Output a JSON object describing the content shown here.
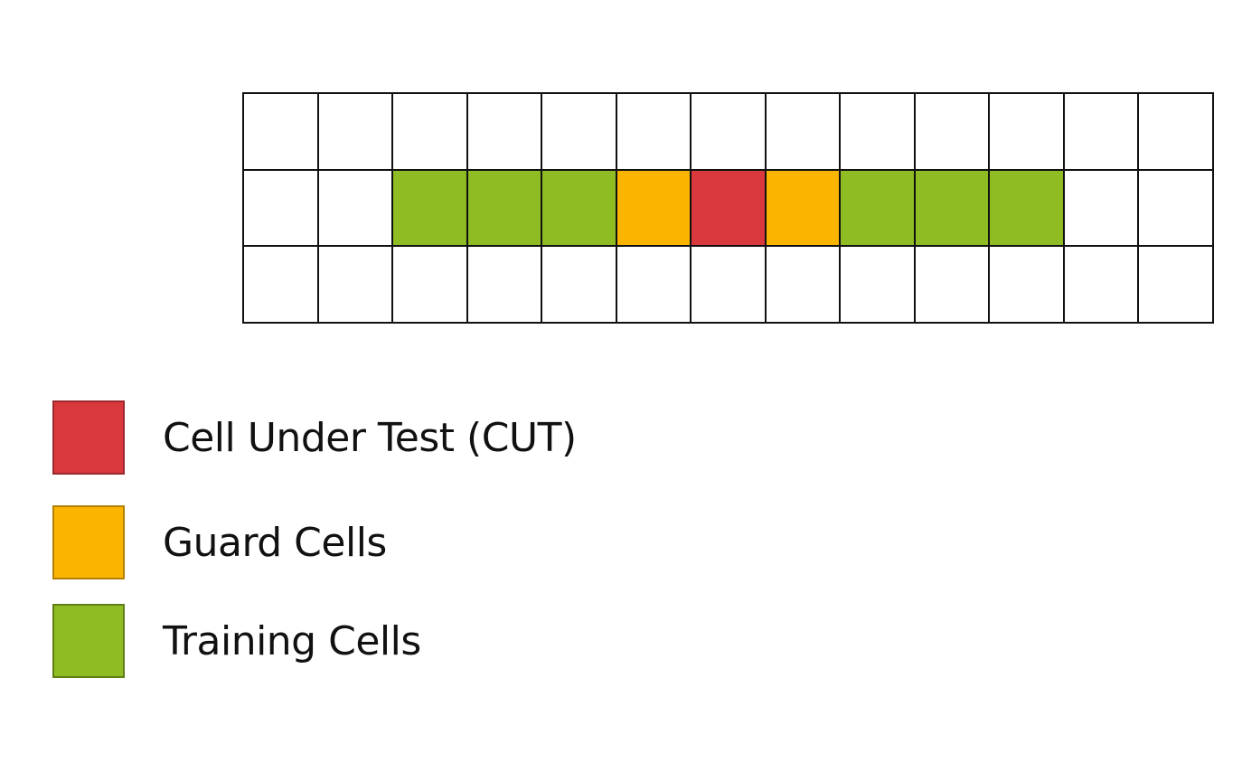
{
  "colors": {
    "cut": "#d9383d",
    "cut_border": "#9b2a2f",
    "guard": "#fbb500",
    "guard_border": "#b38000",
    "training": "#8fbb23",
    "training_border": "#5f7f16",
    "empty": "#ffffff",
    "grid_line": "#111111"
  },
  "grid": {
    "columns": 13,
    "rows": 3,
    "highlight_row": 1,
    "highlight_row_cells": [
      "empty",
      "empty",
      "training",
      "training",
      "training",
      "guard",
      "cut",
      "guard",
      "training",
      "training",
      "training",
      "empty",
      "empty"
    ]
  },
  "legend": {
    "items": [
      {
        "key": "cut",
        "label": "Cell Under Test (CUT)"
      },
      {
        "key": "guard",
        "label": "Guard Cells"
      },
      {
        "key": "training",
        "label": "Training Cells"
      }
    ]
  }
}
